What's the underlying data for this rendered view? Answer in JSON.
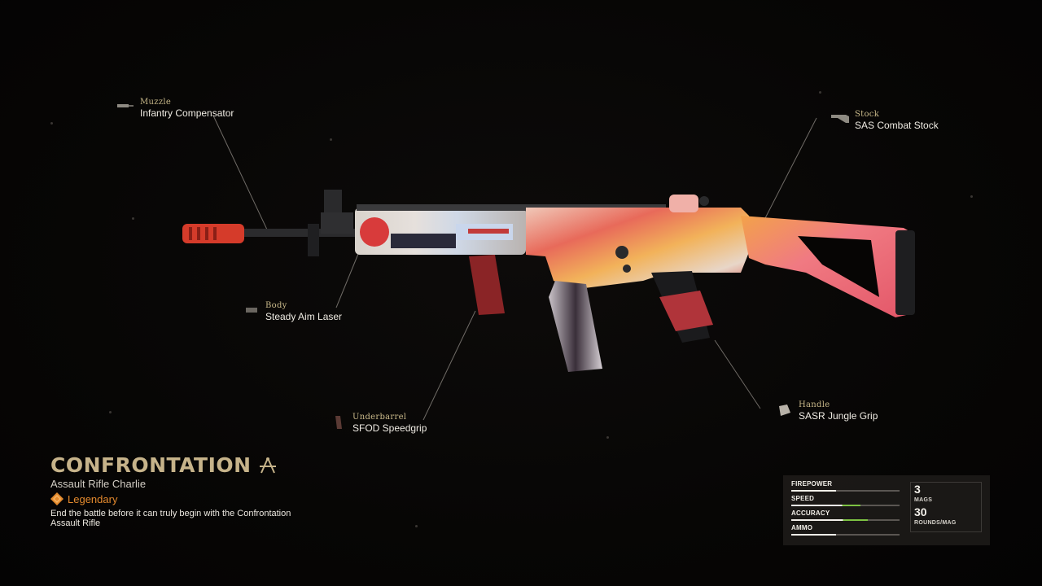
{
  "weapon": {
    "name": "CONFRONTATION",
    "class": "Assault Rifle Charlie",
    "rarity": "Legendary",
    "description": "End the battle before it can truly begin with the Confrontation Assault Rifle"
  },
  "attachments": [
    {
      "category": "Muzzle",
      "name": "Infantry Compensator",
      "icon": "muzzle-icon"
    },
    {
      "category": "Stock",
      "name": "SAS Combat Stock",
      "icon": "stock-icon"
    },
    {
      "category": "Body",
      "name": "Steady Aim Laser",
      "icon": "laser-icon"
    },
    {
      "category": "Underbarrel",
      "name": "SFOD Speedgrip",
      "icon": "grip-icon"
    },
    {
      "category": "Handle",
      "name": "SASR Jungle Grip",
      "icon": "handle-icon"
    }
  ],
  "stats": [
    {
      "label": "FIREPOWER",
      "value": 0.41,
      "bonus": 0
    },
    {
      "label": "SPEED",
      "value": 0.47,
      "bonus": 0.17
    },
    {
      "label": "ACCURACY",
      "value": 0.48,
      "bonus": 0.23
    },
    {
      "label": "AMMO",
      "value": 0.41,
      "bonus": 0
    }
  ],
  "ammo": {
    "mags": "3",
    "mags_label": "MAGS",
    "rounds": "30",
    "rounds_label": "ROUNDS/MAG"
  },
  "colors": {
    "accent_gold": "#c6b38a",
    "legendary_orange": "#e48a2e",
    "stat_bonus_green": "#7dc243"
  }
}
